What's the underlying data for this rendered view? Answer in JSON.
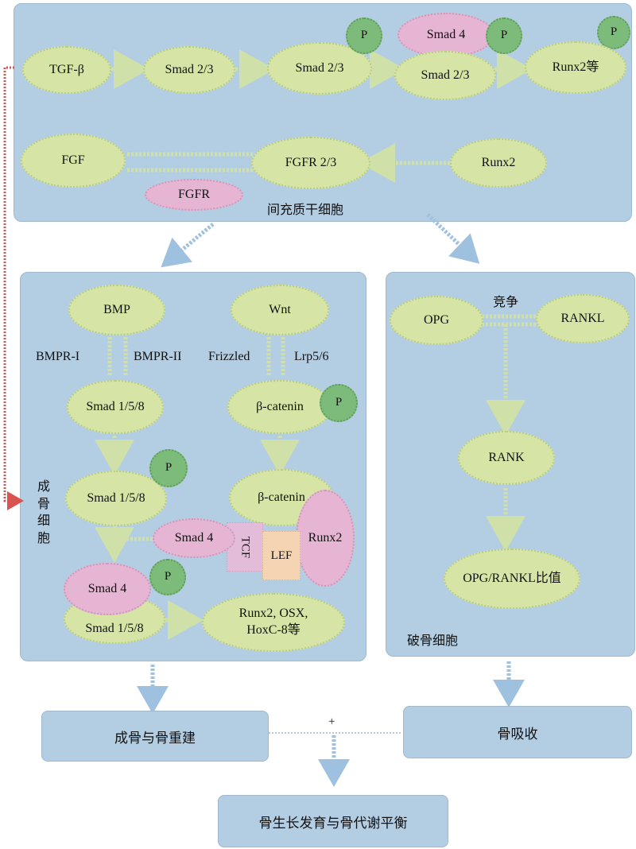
{
  "top": {
    "tgf": "TGF-β",
    "smad23a": "Smad 2/3",
    "smad23b": "Smad 2/3",
    "smad4": "Smad 4",
    "smad23c": "Smad 2/3",
    "runx2_etc": "Runx2等",
    "p": "P",
    "fgf": "FGF",
    "fgfr23": "FGFR 2/3",
    "runx2": "Runx2",
    "fgfr": "FGFR",
    "label": "间充质干细胞"
  },
  "osteoblast": {
    "bmp": "BMP",
    "wnt": "Wnt",
    "bmpr1": "BMPR-I",
    "bmpr2": "BMPR-II",
    "frizzled": "Frizzled",
    "lrp": "Lrp5/6",
    "smad158a": "Smad 1/5/8",
    "bcat_a": "β-catenin",
    "smad158b": "Smad 1/5/8",
    "bcat_b": "β-catenin",
    "smad4a": "Smad 4",
    "tcf": "TCF",
    "lef": "LEF",
    "runx2": "Runx2",
    "smad4b": "Smad 4",
    "smad158c": "Smad 1/5/8",
    "targets_1": "Runx2, OSX,",
    "targets_2": "HoxC-8等",
    "label": [
      "成",
      "骨",
      "细",
      "胞"
    ],
    "p": "P"
  },
  "osteoclast": {
    "opg": "OPG",
    "compete": "竞争",
    "rankl": "RANKL",
    "rank": "RANK",
    "ratio": "OPG/RANKL比值",
    "label": "破骨细胞"
  },
  "bottom": {
    "formation": "成骨与骨重建",
    "plus": "+",
    "resorption": "骨吸收",
    "balance": "骨生长发育与骨代谢平衡"
  },
  "colors": {
    "panel": "#b3cde3",
    "green": "#d6e5a6",
    "pink": "#e6b5d3",
    "phospho": "#7dbb7a",
    "red_arrow": "#d9534f",
    "tcf": "#e3bcd9",
    "lef": "#f5d4b3"
  }
}
